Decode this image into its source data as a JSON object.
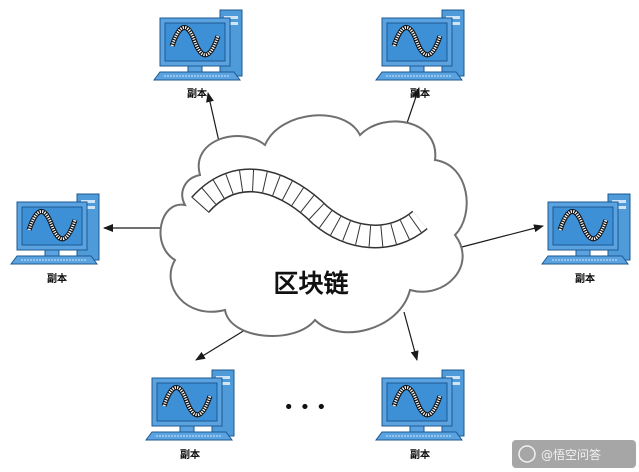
{
  "diagram": {
    "center_label": "区块链",
    "nodes": [
      {
        "label": "副本"
      },
      {
        "label": "副本"
      },
      {
        "label": "副本"
      },
      {
        "label": "副本"
      },
      {
        "label": "副本"
      },
      {
        "label": "副本"
      }
    ],
    "ellipsis": "• • •",
    "watermark": "@悟空问答"
  },
  "colors": {
    "screen": "#3d8fd6",
    "screen_border": "#1d5a92",
    "monitor": "#5aa3e0",
    "tower": "#4f9ad8",
    "cloud_fill": "#ffffff",
    "cloud_stroke": "#6f6f6f",
    "arrow": "#1a1a1a"
  }
}
